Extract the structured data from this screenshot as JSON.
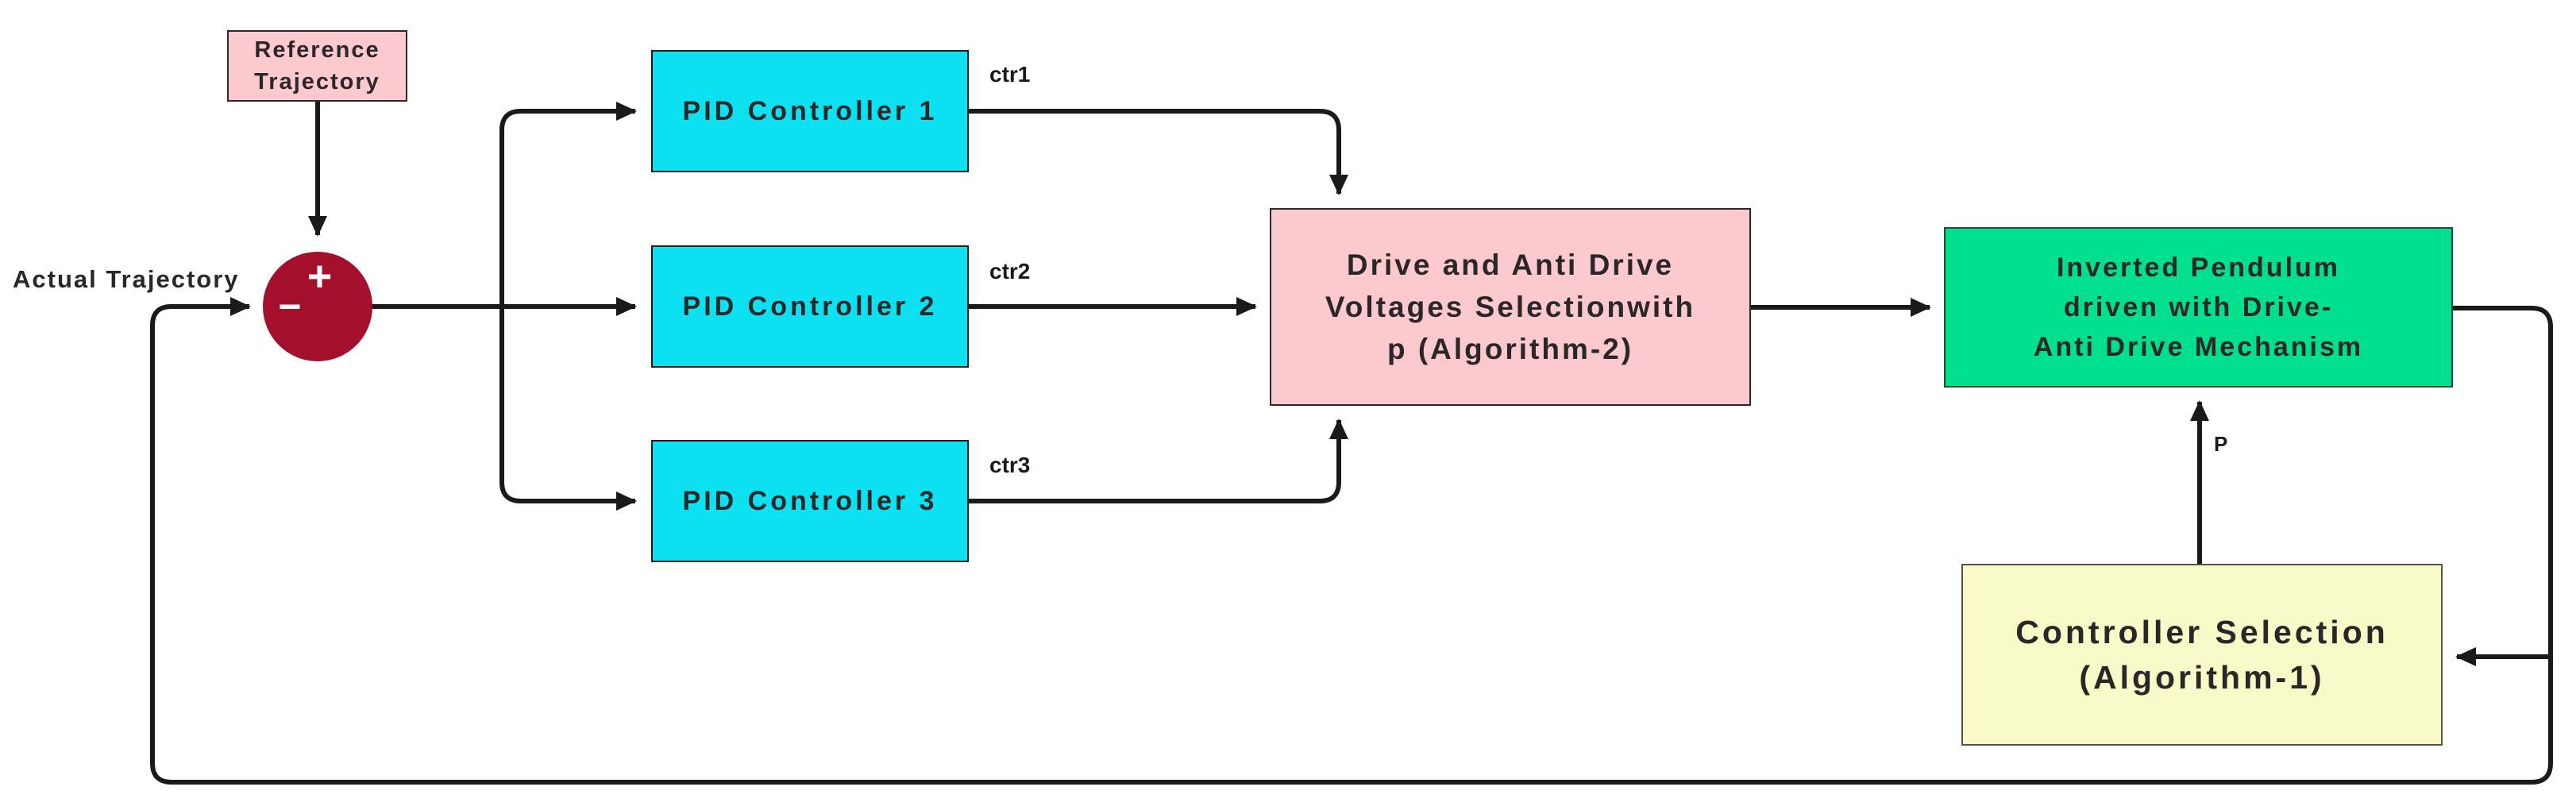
{
  "diagram_type": "control-system-block-diagram",
  "colors": {
    "background": "#FFFFFF",
    "box_pink": "#FBC9CE",
    "box_cyan": "#0CE1F1",
    "box_green": "#00E08C",
    "box_yellow": "#FAFAC9",
    "sum_circle": "#A4102C",
    "wire": "#1A1A1A",
    "text": "#2B2627"
  },
  "nodes": {
    "reference": {
      "lines": [
        "Reference",
        "Trajectory"
      ],
      "bg": "#FBC9CE"
    },
    "sum": {
      "plus": "+",
      "minus": "−",
      "bg": "#A4102C"
    },
    "pid1": {
      "label": "PID Controller 1",
      "bg": "#0CE1F1"
    },
    "pid2": {
      "label": "PID Controller 2",
      "bg": "#0CE1F1"
    },
    "pid3": {
      "label": "PID Controller 3",
      "bg": "#0CE1F1"
    },
    "drive": {
      "lines": [
        "Drive and Anti Drive",
        "Voltages Selectionwith",
        "p (Algorithm-2)"
      ],
      "bg": "#FBC9CE"
    },
    "pendulum": {
      "lines": [
        "Inverted Pendulum",
        "driven with Drive-",
        "Anti Drive Mechanism"
      ],
      "bg": "#00E08C"
    },
    "selector": {
      "lines": [
        "Controller Selection",
        "(Algorithm-1)"
      ],
      "bg": "#FAFAC9"
    }
  },
  "labels": {
    "actual_trajectory": "Actual Trajectory",
    "ctr1": "ctr1",
    "ctr2": "ctr2",
    "ctr3": "ctr3",
    "p": "P"
  }
}
